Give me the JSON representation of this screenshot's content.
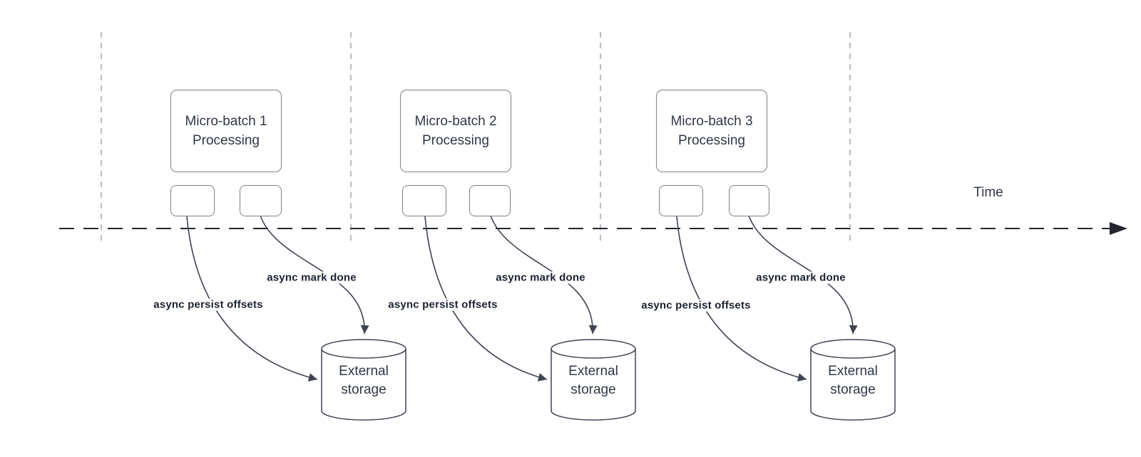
{
  "diagram": {
    "time_label": "Time",
    "groups": [
      {
        "box_line1": "Micro-batch 1",
        "box_line2": "Processing",
        "persist_label": "async persist offsets",
        "mark_label": "async mark done",
        "storage_line1": "External",
        "storage_line2": "storage"
      },
      {
        "box_line1": "Micro-batch 2",
        "box_line2": "Processing",
        "persist_label": "async persist offsets",
        "mark_label": "async mark done",
        "storage_line1": "External",
        "storage_line2": "storage"
      },
      {
        "box_line1": "Micro-batch 3",
        "box_line2": "Processing",
        "persist_label": "async persist offsets",
        "mark_label": "async mark done",
        "storage_line1": "External",
        "storage_line2": "storage"
      }
    ],
    "colors": {
      "background": "#ffffff",
      "box_border": "#7a828c",
      "box_text": "#2f3745",
      "bold_label_text": "#1a2030",
      "arrow_stroke": "#3e4450",
      "timeline_stroke": "#22262e",
      "guide_line": "#b9bcc0"
    }
  }
}
